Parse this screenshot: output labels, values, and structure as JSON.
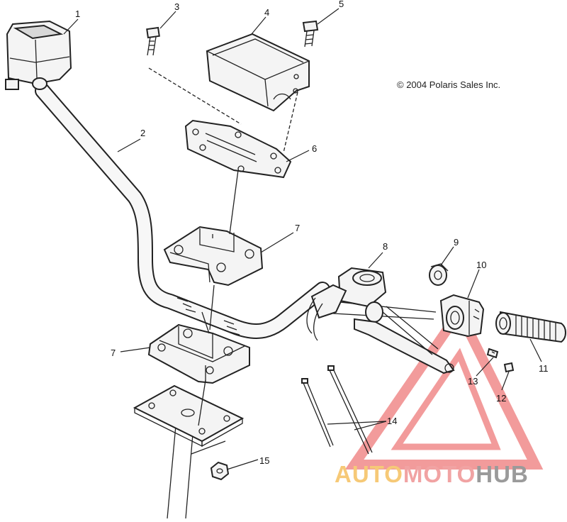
{
  "copyright": "© 2004 Polaris Sales Inc.",
  "callouts": [
    "1",
    "2",
    "3",
    "4",
    "5",
    "6",
    "7",
    "7",
    "8",
    "9",
    "10",
    "11",
    "12",
    "13",
    "14",
    "15"
  ],
  "watermark": {
    "word_a": "AUTO",
    "word_b": "MOTO",
    "word_c": "HUB",
    "color_a": "#f6c977",
    "color_b": "#f1a3a3",
    "color_c": "#9a9a9a",
    "logo_color": "#f08a8a"
  }
}
